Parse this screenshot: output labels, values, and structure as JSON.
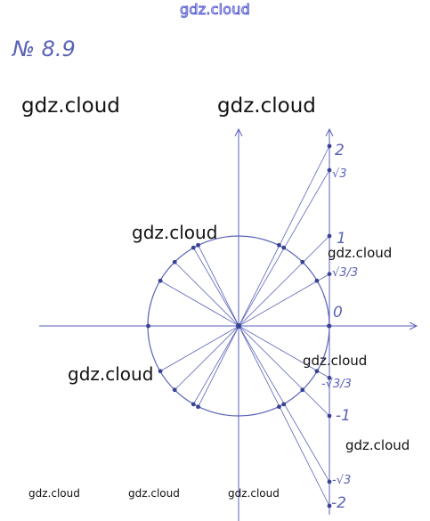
{
  "watermark_top": "gdz.cloud",
  "problem_number": "№ 8.9",
  "watermarks": {
    "large_left": "gdz.cloud",
    "large_center": "gdz.cloud",
    "large_mid": "gdz.cloud",
    "large_lower": "gdz.cloud",
    "medium_right": "gdz.cloud",
    "medium_right2": "gdz.cloud",
    "medium_right3": "gdz.cloud",
    "small_1": "gdz.cloud",
    "small_2": "gdz.cloud",
    "small_3": "gdz.cloud"
  },
  "tangent_axis_labels": {
    "t2": "2",
    "t_sqrt3": "√3",
    "t1": "1",
    "t_sqrt3_3": "√3/3",
    "t0": "0",
    "t_neg_sqrt3_3": "-√3/3",
    "t_neg1": "-1",
    "t_neg_sqrt3": "-√3",
    "t_neg2": "-2"
  },
  "colors": {
    "ink": "#5a63b8",
    "dot": "#3a4296"
  },
  "diagram": {
    "tangent_values": [
      2,
      1.732,
      1,
      0.577,
      0,
      -0.577,
      -1,
      -1.732,
      -2
    ],
    "circle_point_angles_deg": [
      63.4,
      60,
      45,
      30,
      0,
      -30,
      -45,
      -60,
      -63.4,
      243.4,
      240,
      225,
      210,
      180,
      150,
      135,
      120,
      116.6
    ]
  }
}
